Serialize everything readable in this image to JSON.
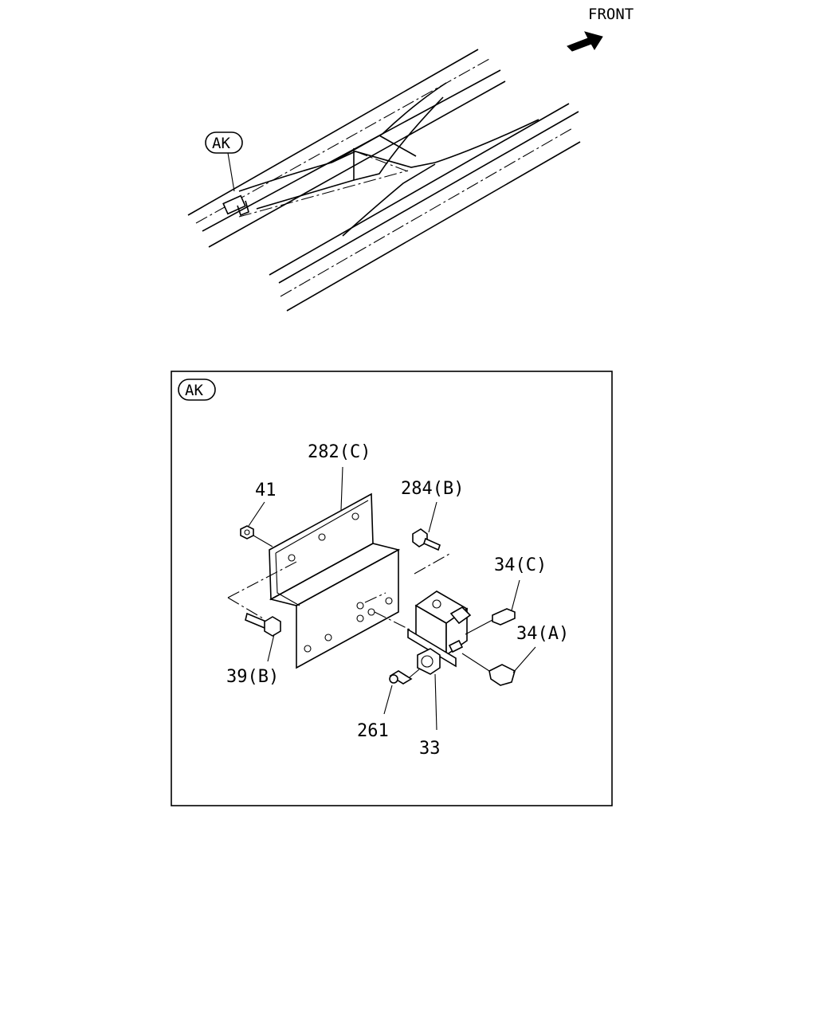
{
  "front_label": "FRONT",
  "view_tag": "AK",
  "inset_tag": "AK",
  "parts": {
    "p282c": "282(C)",
    "p41": "41",
    "p284b": "284(B)",
    "p34c": "34(C)",
    "p34a": "34(A)",
    "p39b": "39(B)",
    "p261": "261",
    "p33": "33"
  },
  "colors": {
    "line": "#000000",
    "background": "#ffffff"
  }
}
